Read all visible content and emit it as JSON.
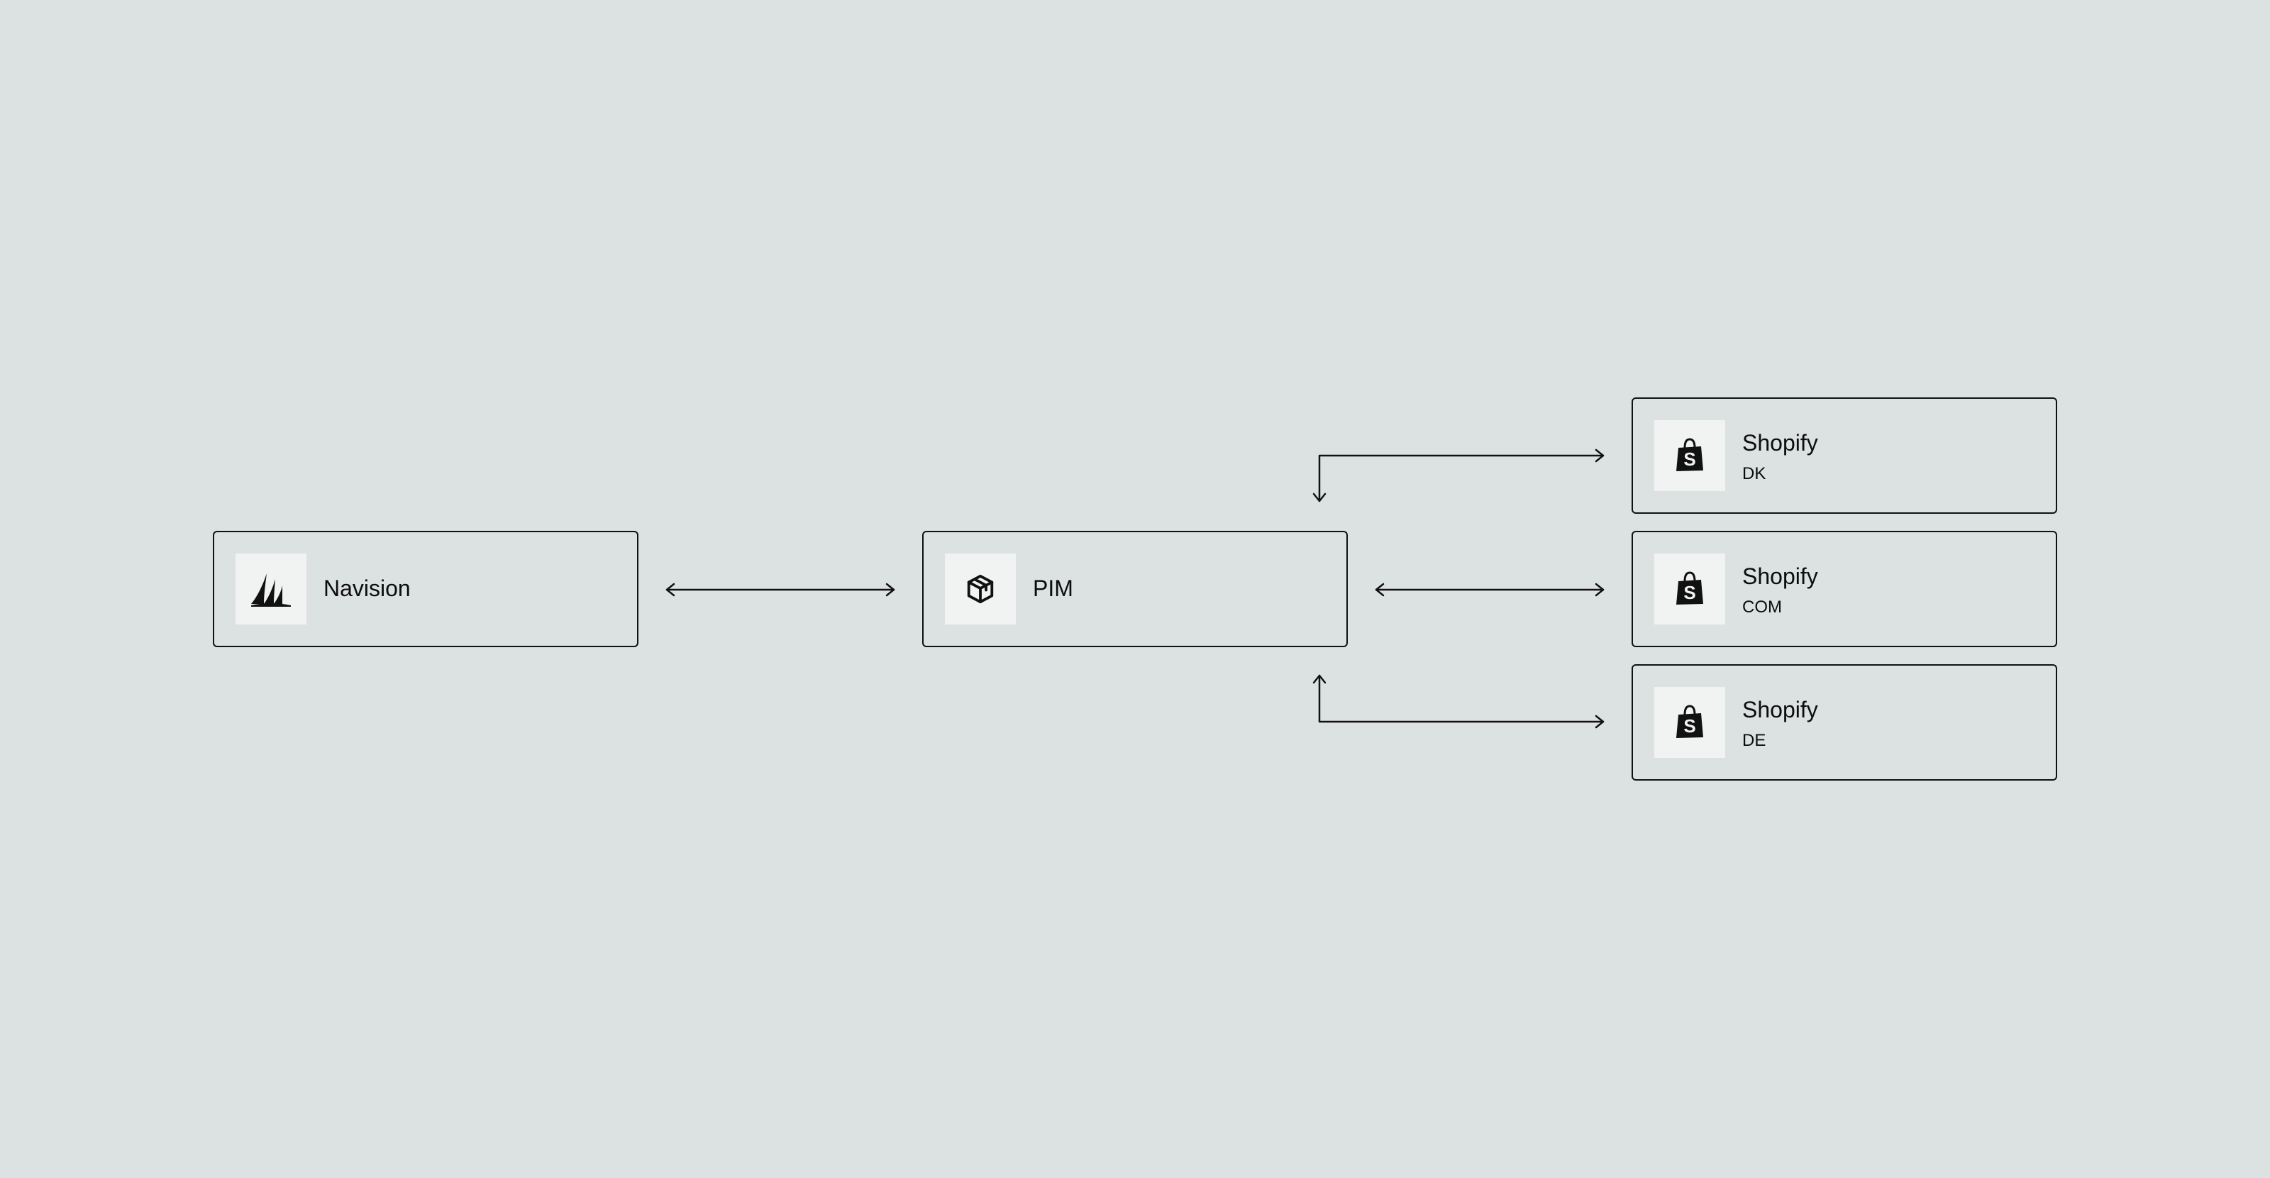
{
  "diagram": {
    "background": "#dce1e1",
    "stroke": "#111111",
    "nodes": {
      "navision": {
        "title": "Navision",
        "icon": "dynamics-sails-icon"
      },
      "pim": {
        "title": "PIM",
        "icon": "package-cube-icon"
      },
      "shopify_dk": {
        "title": "Shopify",
        "subtitle": "DK",
        "icon": "shopify-bag-icon"
      },
      "shopify_com": {
        "title": "Shopify",
        "subtitle": "COM",
        "icon": "shopify-bag-icon"
      },
      "shopify_de": {
        "title": "Shopify",
        "subtitle": "DE",
        "icon": "shopify-bag-icon"
      }
    },
    "edges": [
      {
        "from": "navision",
        "to": "pim",
        "direction": "both"
      },
      {
        "from": "pim",
        "to": "shopify_com",
        "direction": "both"
      },
      {
        "from": "pim",
        "to": "shopify_dk",
        "direction": "both"
      },
      {
        "from": "pim",
        "to": "shopify_de",
        "direction": "both"
      }
    ]
  }
}
